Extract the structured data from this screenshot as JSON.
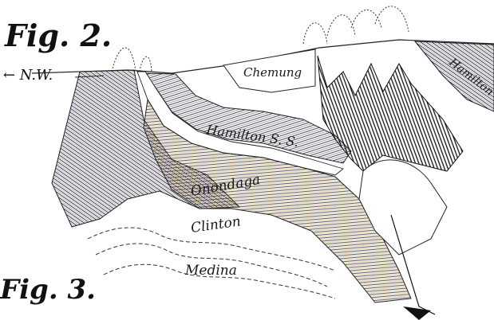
{
  "figure_labels": {
    "fig2": "Fig. 2.",
    "fig3": "Fig. 3."
  },
  "direction_label": "← N.W.",
  "layers": {
    "chemung": "Chemung",
    "hamilton": "Hamilton",
    "hamilton_ss": "Hamilton S. S.",
    "onondaga": "Onondaga",
    "clinton": "Clinton",
    "medina": "Medina"
  }
}
